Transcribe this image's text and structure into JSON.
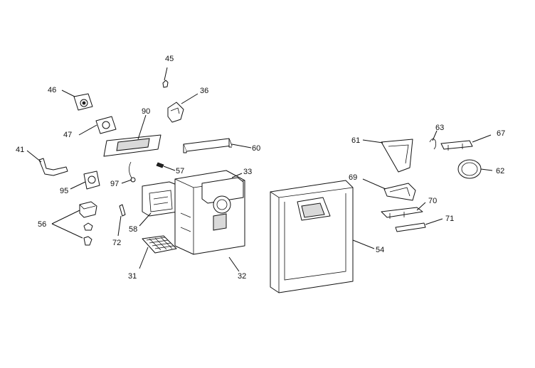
{
  "diagram": {
    "labels": {
      "p45": "45",
      "p46": "46",
      "p36": "36",
      "p90": "90",
      "p47": "47",
      "p41": "41",
      "p60": "60",
      "p57": "57",
      "p33": "33",
      "p97": "97",
      "p95": "95",
      "p56": "56",
      "p72": "72",
      "p58": "58",
      "p31": "31",
      "p32": "32",
      "p54": "54",
      "p61": "61",
      "p63": "63",
      "p67": "67",
      "p62": "62",
      "p69": "69",
      "p70": "70",
      "p71": "71"
    }
  }
}
